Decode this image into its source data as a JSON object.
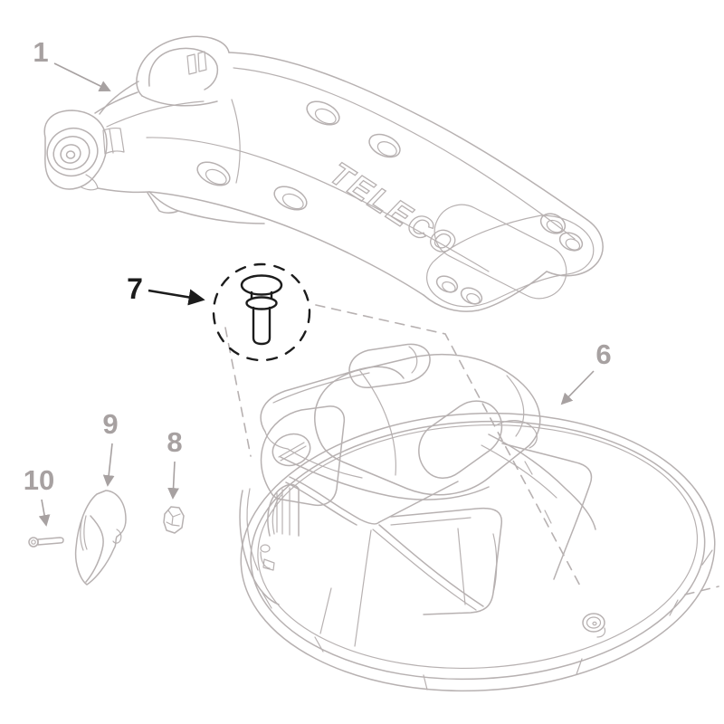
{
  "diagram": {
    "brand_text": "TELECO",
    "callout_labels": {
      "part_1": "1",
      "part_6": "6",
      "part_7": "7",
      "part_8": "8",
      "part_9": "9",
      "part_10": "10"
    },
    "colors": {
      "background": "#ffffff",
      "line_gray": "#b7b1b1",
      "label_gray": "#a7a1a1",
      "highlight_black": "#1c1c1c"
    }
  }
}
